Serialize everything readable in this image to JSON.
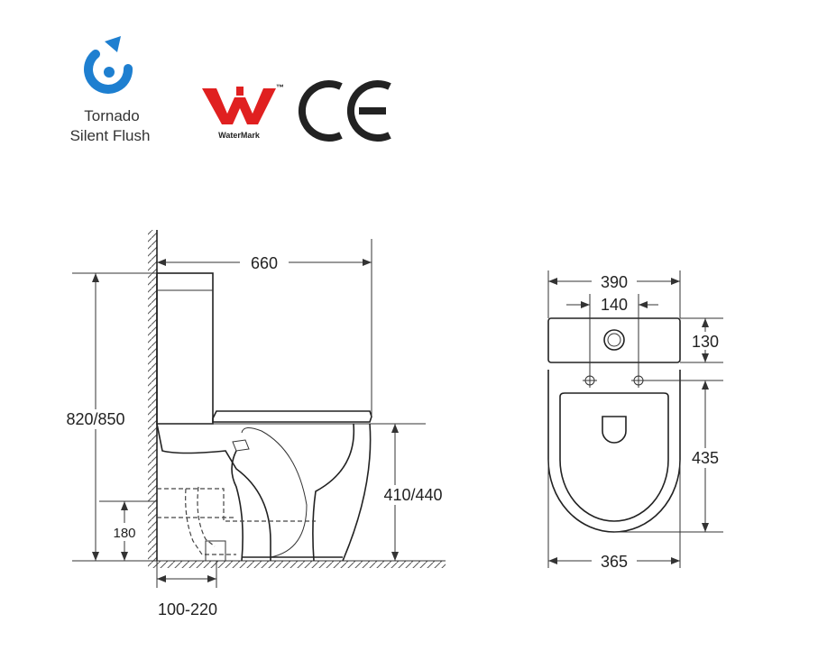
{
  "logos": {
    "tornado_line1": "Tornado",
    "tornado_line2": "Silent Flush",
    "watermark_label": "WaterMark",
    "watermark_tm": "™",
    "ce_mark": "CE",
    "tornado_color": "#1e7fd0",
    "watermark_color": "#e02020"
  },
  "side_view": {
    "depth": "660",
    "total_height": "820/850",
    "seat_height": "410/440",
    "outlet_height": "180",
    "set_out": "100-220"
  },
  "top_view": {
    "tank_width": "390",
    "hole_spacing": "140",
    "tank_depth": "130",
    "bowl_depth": "435",
    "bowl_width": "365"
  }
}
